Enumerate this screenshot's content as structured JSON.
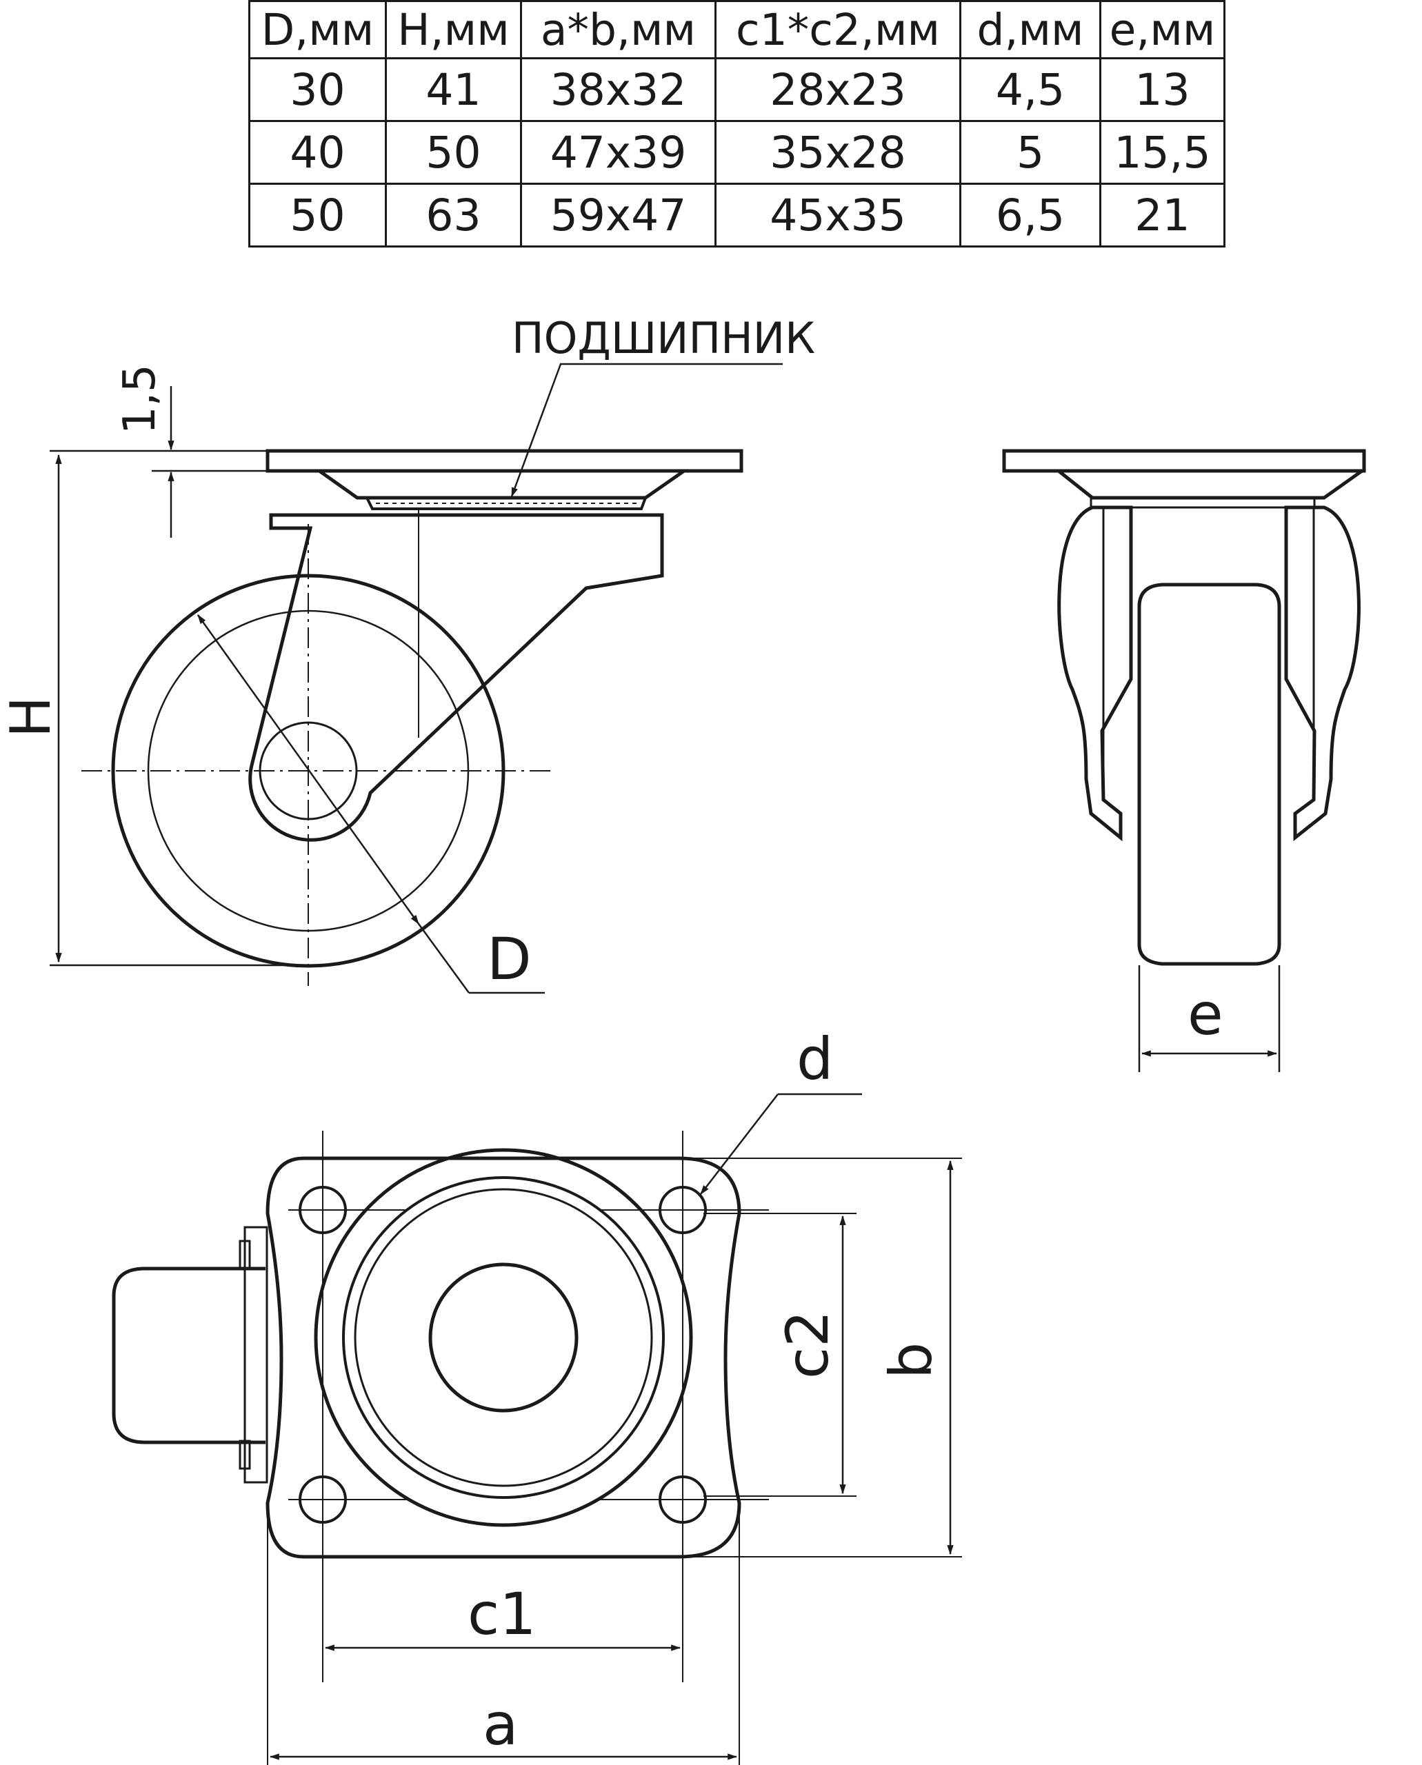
{
  "table": {
    "headers": [
      "D,мм",
      "H,мм",
      "a*b,мм",
      "c1*c2,мм",
      "d,мм",
      "e,мм"
    ],
    "rows": [
      [
        "30",
        "41",
        "38x32",
        "28x23",
        "4,5",
        "13"
      ],
      [
        "40",
        "50",
        "47x39",
        "35x28",
        "5",
        "15,5"
      ],
      [
        "50",
        "63",
        "59x47",
        "45x35",
        "6,5",
        "21"
      ]
    ]
  },
  "labels": {
    "bearing": "ПОДШИПНИК",
    "offset": "1,5",
    "height": "H",
    "diameter": "D",
    "width": "e",
    "hole": "d",
    "c1": "c1",
    "c2": "c2",
    "a": "a",
    "b": "b"
  },
  "colors": {
    "ink": "#1a1a1a",
    "background": "#ffffff"
  }
}
